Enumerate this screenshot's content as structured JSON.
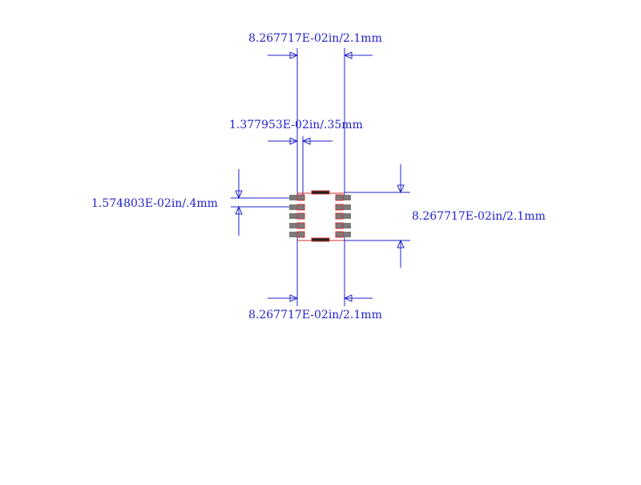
{
  "dimensions": {
    "top_width": "8.267717E-02in/2.1mm",
    "pin_width": "1.377953E-02in/.35mm",
    "pin_pitch": "1.574803E-02in/.4mm",
    "side_height": "8.267717E-02in/2.1mm",
    "bottom_width": "8.267717E-02in/2.1mm"
  },
  "footprint": {
    "pins_per_side": 5,
    "pad_color": "#7a7a7a",
    "outline_color": "#cc3333",
    "dimension_color": "#2222cc"
  }
}
